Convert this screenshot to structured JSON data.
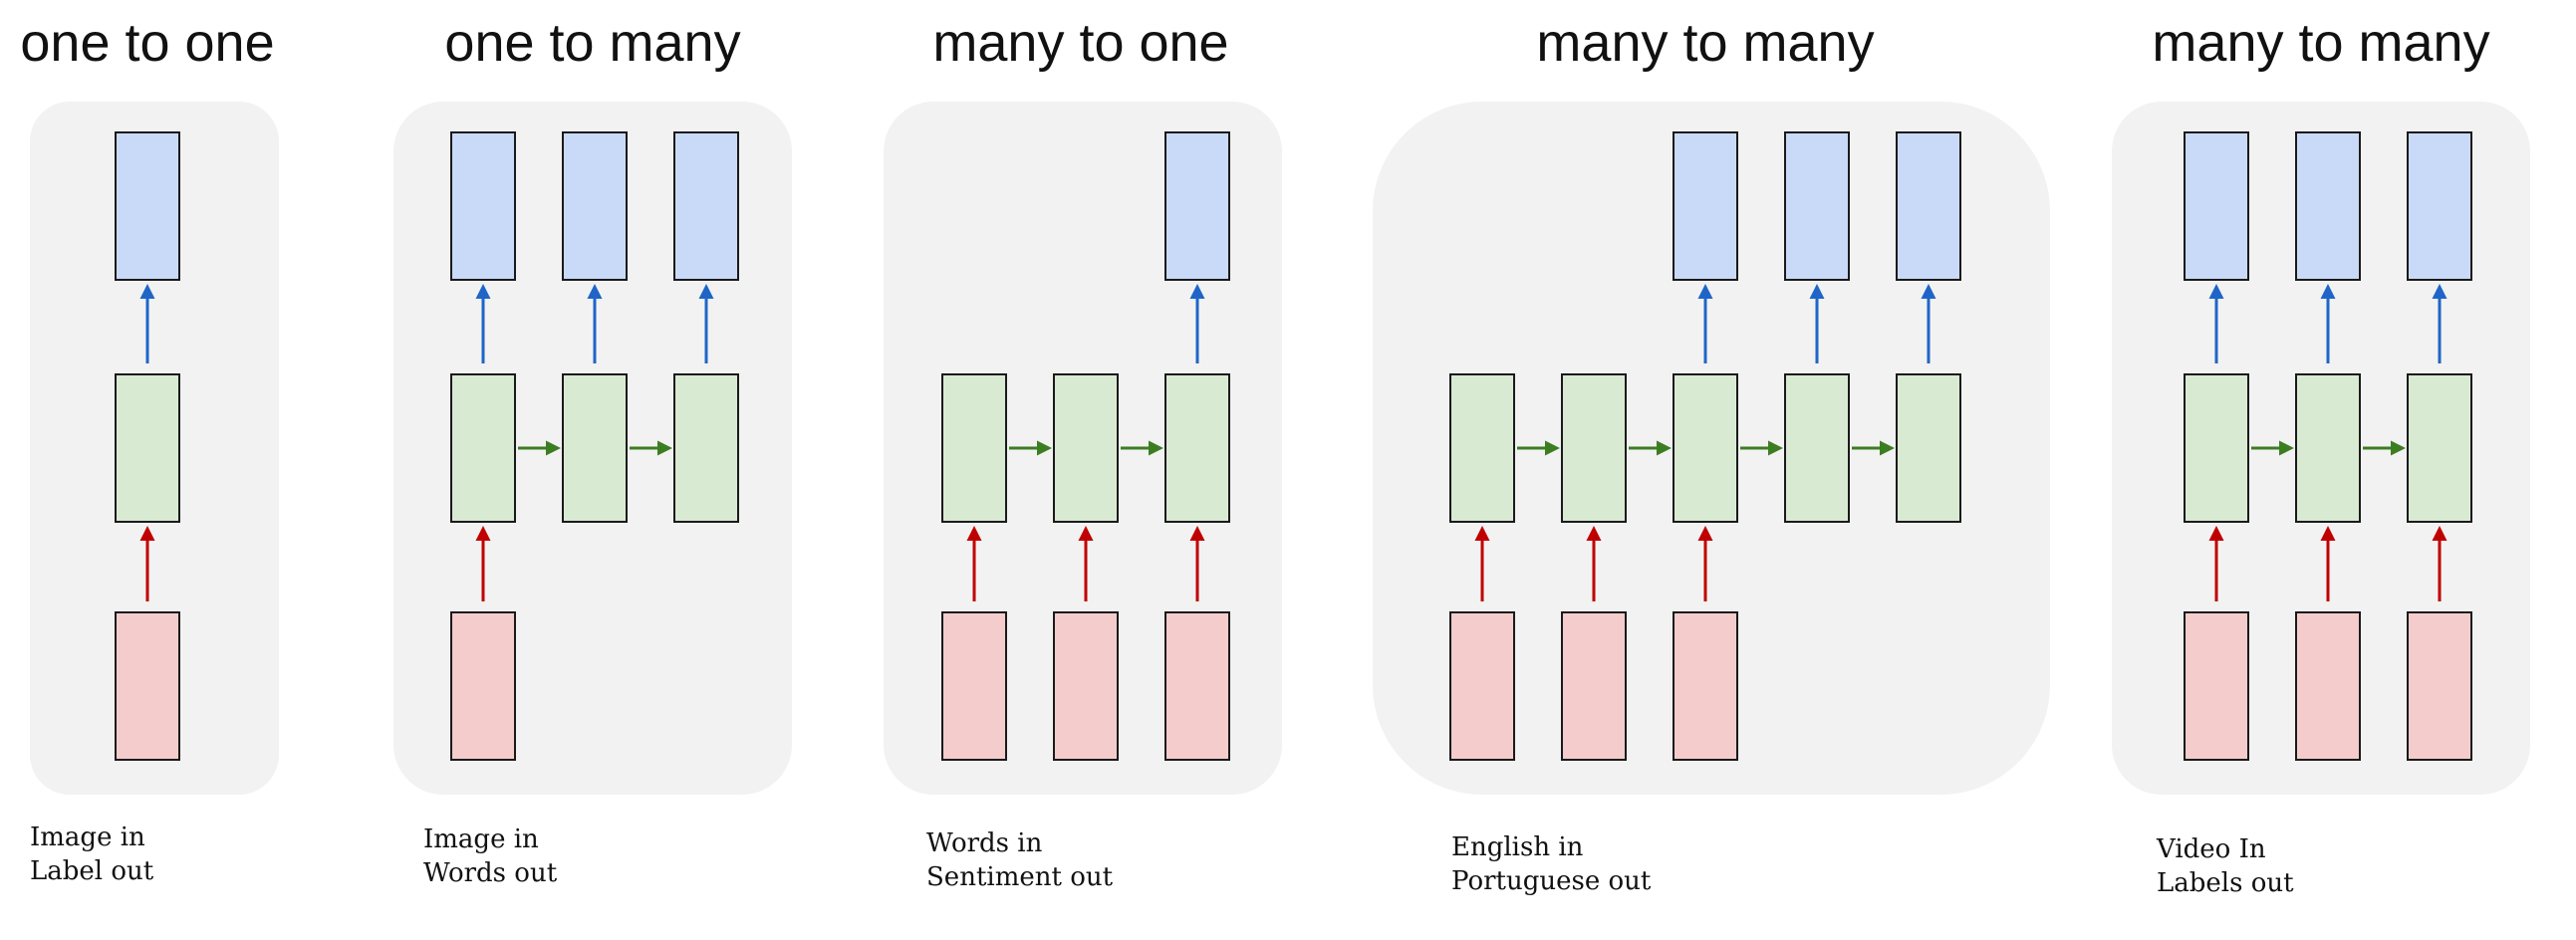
{
  "colors": {
    "panel_background": "#f2f2f2",
    "output_cell": "#c9daf8",
    "hidden_cell": "#d9ead3",
    "input_cell": "#f4cccc",
    "output_arrow": "#1f65c8",
    "recurrent_arrow": "#3c7d22",
    "input_arrow": "#c00000"
  },
  "panels": [
    {
      "title": "one to one",
      "caption_line1": "Image in",
      "caption_line2": "Label out",
      "inputs": 1,
      "hidden": 1,
      "outputs": 1
    },
    {
      "title": "one to many",
      "caption_line1": "Image in",
      "caption_line2": "Words out",
      "inputs": 1,
      "hidden": 3,
      "outputs": 3
    },
    {
      "title": "many to one",
      "caption_line1": "Words in",
      "caption_line2": "Sentiment out",
      "inputs": 3,
      "hidden": 3,
      "outputs": 1
    },
    {
      "title": "many to many",
      "caption_line1": "English in",
      "caption_line2": "Portuguese out",
      "inputs": 3,
      "hidden": 5,
      "outputs": 3
    },
    {
      "title": "many to many",
      "caption_line1": "Video In",
      "caption_line2": "Labels out",
      "inputs": 3,
      "hidden": 3,
      "outputs": 3
    }
  ]
}
